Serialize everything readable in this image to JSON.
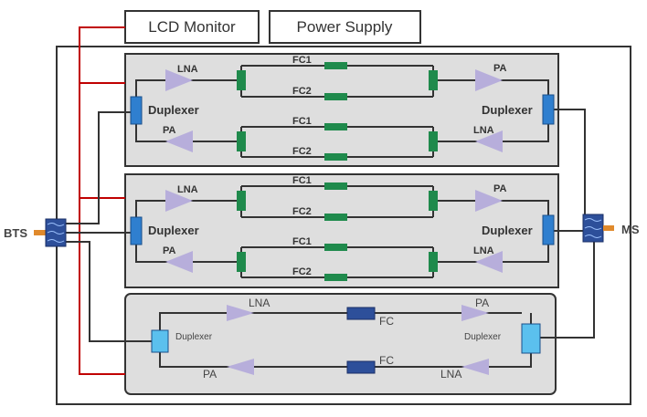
{
  "top_boxes": {
    "lcd": "LCD Monitor",
    "power": "Power Supply"
  },
  "ports": {
    "left": "BTS",
    "right": "MS"
  },
  "labels": {
    "lna": "LNA",
    "pa": "PA",
    "duplexer": "Duplexer",
    "fc1": "FC1",
    "fc2": "FC2",
    "fc": "FC"
  },
  "colors": {
    "monitor_line": "#c00000",
    "filter": "#1f8a4c",
    "duplexer": "#2f7fcf",
    "amplifier": "#b7aedb",
    "port": "#e08a2c"
  }
}
